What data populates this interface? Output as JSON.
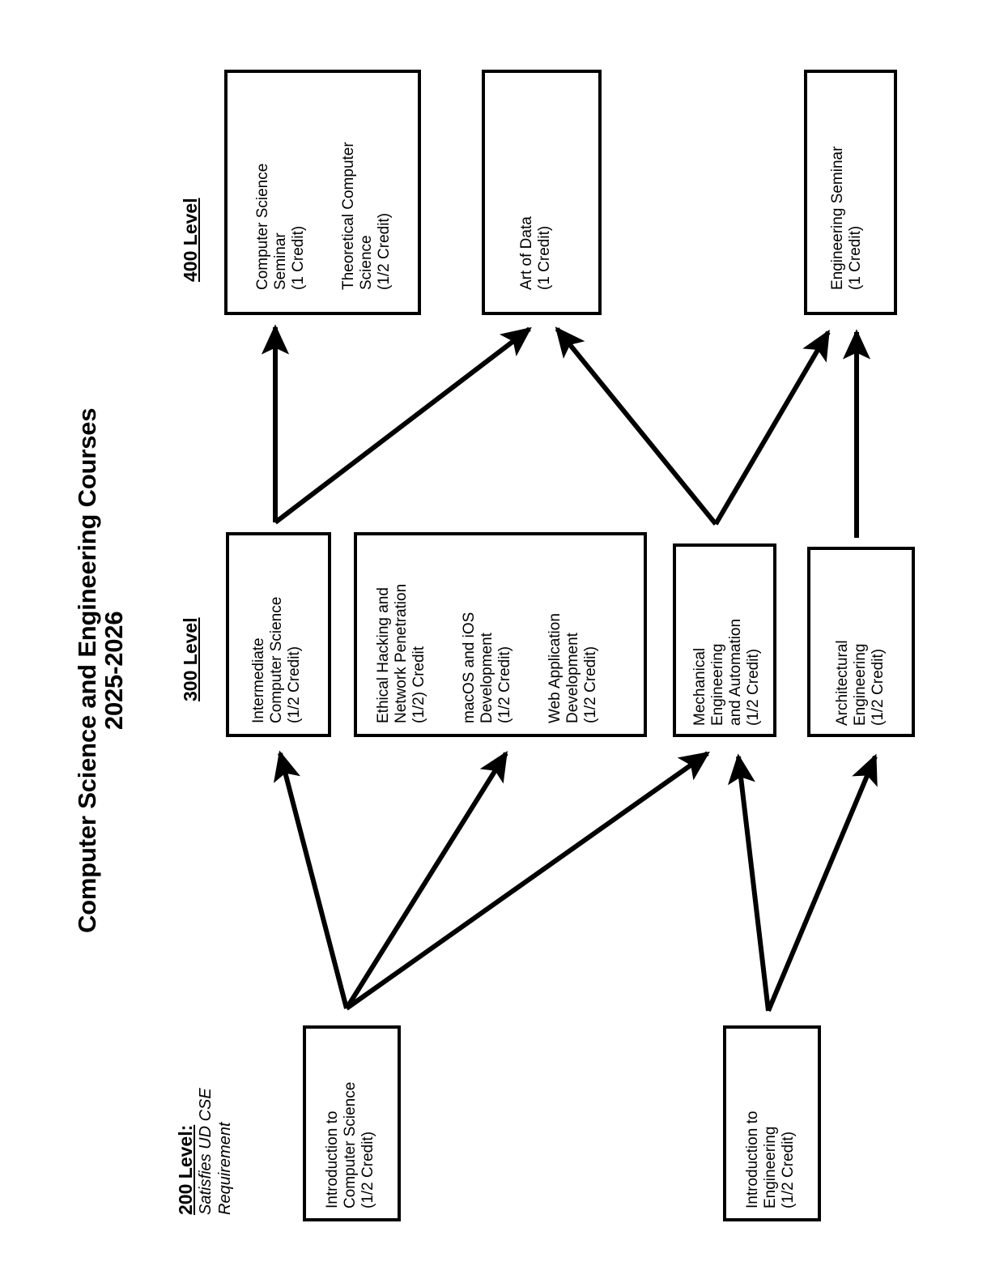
{
  "title": {
    "line1": "Computer Science and Engineering Courses",
    "line2": "2025-2026"
  },
  "levels": [
    {
      "id": "level-400",
      "label": "400 Level",
      "sub": ""
    },
    {
      "id": "level-300",
      "label": "300 Level",
      "sub": ""
    },
    {
      "id": "level-200",
      "label": "200 Level:",
      "sub": "Satisfies UD CSE Requirement"
    }
  ],
  "boxes": [
    {
      "id": "box-cs-seminar-theoretical",
      "level": "400",
      "courses": [
        {
          "id": "course-computer-science-seminar",
          "lines": [
            "Computer Science",
            "Seminar",
            "(1 Credit)"
          ]
        },
        {
          "id": "course-theoretical-computer-science",
          "lines": [
            "Theoretical Computer",
            "Science",
            "(1/2 Credit)"
          ]
        }
      ]
    },
    {
      "id": "box-art-of-data",
      "level": "400",
      "courses": [
        {
          "id": "course-art-of-data",
          "lines": [
            "Art of Data",
            "(1 Credit)"
          ]
        }
      ]
    },
    {
      "id": "box-engineering-seminar",
      "level": "400",
      "courses": [
        {
          "id": "course-engineering-seminar",
          "lines": [
            "Engineering Seminar",
            "(1 Credit)"
          ]
        }
      ]
    },
    {
      "id": "box-intermediate-cs",
      "level": "300",
      "courses": [
        {
          "id": "course-intermediate-computer-science",
          "lines": [
            "Intermediate",
            "Computer Science",
            "(1/2 Credit)"
          ]
        }
      ]
    },
    {
      "id": "box-cs-electives",
      "level": "300",
      "courses": [
        {
          "id": "course-ethical-hacking",
          "lines": [
            "Ethical Hacking and",
            "Network Penetration",
            "(1/2) Credit"
          ]
        },
        {
          "id": "course-macos-ios-development",
          "lines": [
            "macOS and iOS",
            "Development",
            "(1/2 Credit)"
          ]
        },
        {
          "id": "course-web-application-development",
          "lines": [
            "Web Application",
            "Development",
            "(1/2 Credit)"
          ]
        }
      ]
    },
    {
      "id": "box-mechanical-engineering",
      "level": "300",
      "courses": [
        {
          "id": "course-mechanical-engineering-automation",
          "lines": [
            "Mechanical",
            "Engineering",
            "and Automation",
            "(1/2 Credit)"
          ]
        }
      ]
    },
    {
      "id": "box-architectural-engineering",
      "level": "300",
      "courses": [
        {
          "id": "course-architectural-engineering",
          "lines": [
            "Architectural",
            "Engineering",
            "(1/2 Credit)"
          ]
        }
      ]
    },
    {
      "id": "box-intro-computer-science",
      "level": "200",
      "courses": [
        {
          "id": "course-introduction-to-computer-science",
          "lines": [
            "Introduction to",
            "Computer Science",
            "(1/2 Credit)"
          ]
        }
      ]
    },
    {
      "id": "box-intro-engineering",
      "level": "200",
      "courses": [
        {
          "id": "course-introduction-to-engineering",
          "lines": [
            "Introduction to",
            "Engineering",
            "(1/2 Credit)"
          ]
        }
      ]
    }
  ],
  "arrows": [
    {
      "id": "arrow-intermediate-cs-to-cs-seminar",
      "from": "course-intermediate-computer-science",
      "to": "course-computer-science-seminar"
    },
    {
      "id": "arrow-intermediate-cs-to-art-of-data",
      "from": "course-intermediate-computer-science",
      "to": "course-art-of-data"
    },
    {
      "id": "arrow-mechanical-to-art-of-data",
      "from": "course-mechanical-engineering-automation",
      "to": "course-art-of-data"
    },
    {
      "id": "arrow-mechanical-to-engineering-seminar",
      "from": "course-mechanical-engineering-automation",
      "to": "course-engineering-seminar"
    },
    {
      "id": "arrow-architectural-to-engineering-seminar",
      "from": "course-architectural-engineering",
      "to": "course-engineering-seminar"
    },
    {
      "id": "arrow-intro-cs-to-intermediate-cs",
      "from": "course-introduction-to-computer-science",
      "to": "course-intermediate-computer-science"
    },
    {
      "id": "arrow-intro-cs-to-electives",
      "from": "course-introduction-to-computer-science",
      "to": "box-cs-electives"
    },
    {
      "id": "arrow-intro-cs-to-mechanical",
      "from": "course-introduction-to-computer-science",
      "to": "course-mechanical-engineering-automation"
    },
    {
      "id": "arrow-intro-eng-to-mechanical",
      "from": "course-introduction-to-engineering",
      "to": "course-mechanical-engineering-automation"
    },
    {
      "id": "arrow-intro-eng-to-architectural",
      "from": "course-introduction-to-engineering",
      "to": "course-architectural-engineering"
    }
  ],
  "colors": {
    "background": "#ffffff",
    "ink": "#000000",
    "box_border": "#000000"
  }
}
